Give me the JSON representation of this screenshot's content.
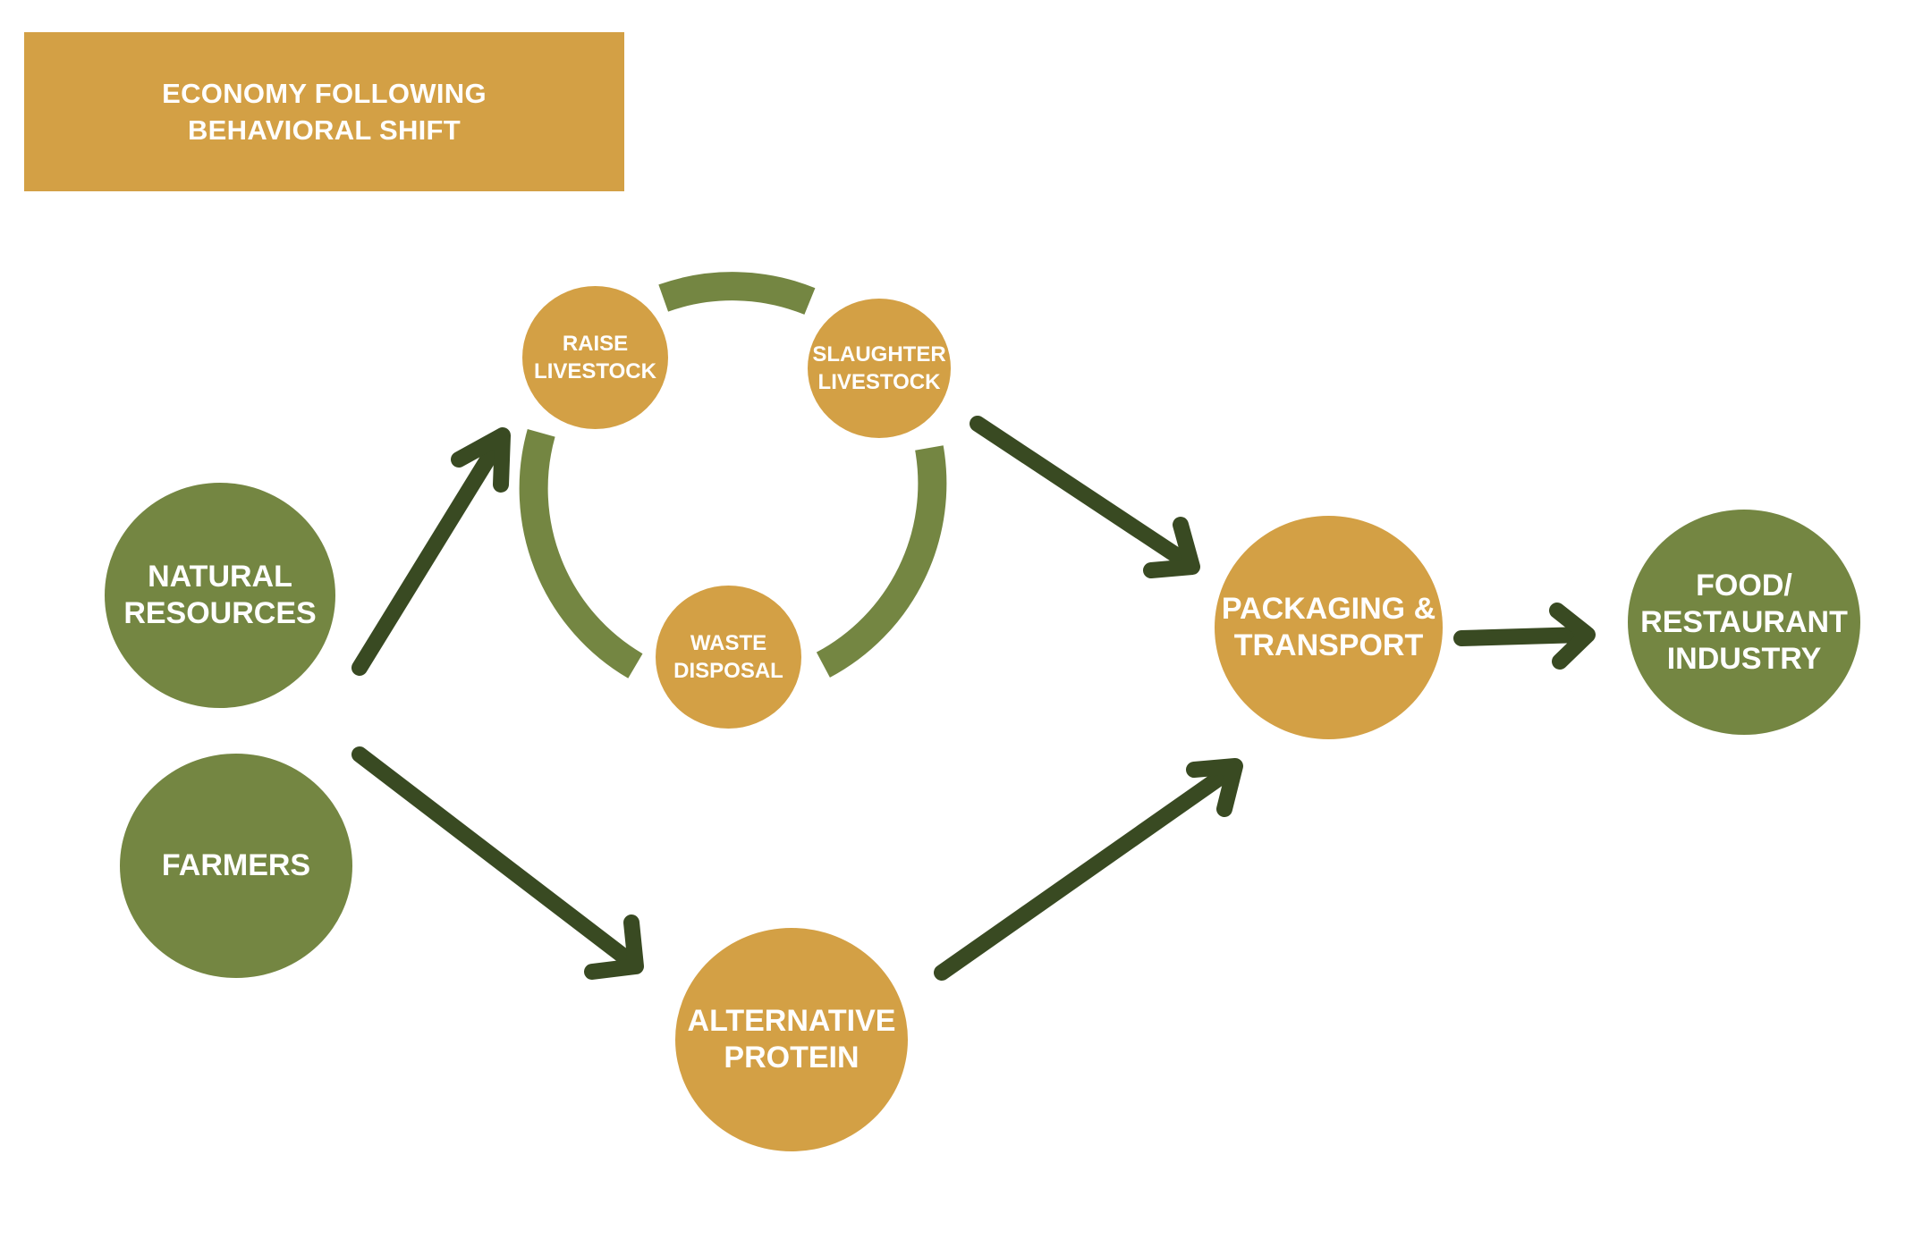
{
  "title": "ECONOMY FOLLOWING\nBEHAVIORAL SHIFT",
  "nodes": {
    "natural_resources": "NATURAL\nRESOURCES",
    "farmers": "FARMERS",
    "raise_livestock": "RAISE\nLIVESTOCK",
    "slaughter_livestock": "SLAUGHTER\nLIVESTOCK",
    "waste_disposal": "WASTE\nDISPOSAL",
    "alternative_protein": "ALTERNATIVE\nPROTEIN",
    "packaging_transport": "PACKAGING &\nTRANSPORT",
    "food_restaurant": "FOOD/\nRESTAURANT\nINDUSTRY"
  },
  "colors": {
    "gold": "#D3A045",
    "green": "#748642",
    "arrow": "#394A22"
  }
}
